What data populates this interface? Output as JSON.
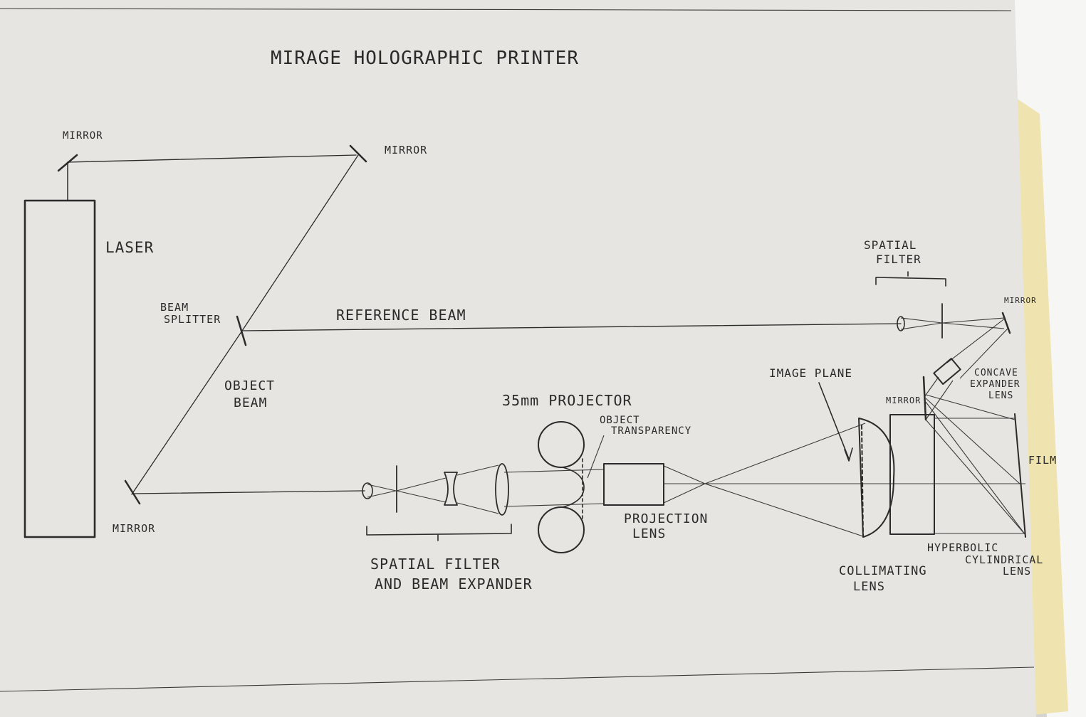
{
  "title": "MIRAGE  HOLOGRAPHIC  PRINTER",
  "labels": {
    "mirror_top_left": "MIRROR",
    "mirror_top_right": "MIRROR",
    "laser": "LASER",
    "beam_splitter_1": "BEAM",
    "beam_splitter_2": "SPLITTER",
    "reference_beam": "REFERENCE  BEAM",
    "object_beam_1": "OBJECT",
    "object_beam_2": "BEAM",
    "mirror_bottom_left": "MIRROR",
    "projector": "35mm  PROJECTOR",
    "object_transparency_1": "OBJECT",
    "object_transparency_2": "TRANSPARENCY",
    "projection_lens_1": "PROJECTION",
    "projection_lens_2": "LENS",
    "spatial_filter_expander_1": "SPATIAL  FILTER",
    "spatial_filter_expander_2": "AND  BEAM  EXPANDER",
    "spatial_filter_top_1": "SPATIAL",
    "spatial_filter_top_2": "FILTER",
    "mirror_right": "MIRROR",
    "concave_1": "CONCAVE",
    "concave_2": "EXPANDER",
    "concave_3": "LENS",
    "mirror_mid": "MIRROR",
    "image_plane": "IMAGE  PLANE",
    "film": "FILM",
    "collimating_1": "COLLIMATING",
    "collimating_2": "LENS",
    "hyperbolic_1": "HYPERBOLIC",
    "hyperbolic_2": "CYLINDRICAL",
    "hyperbolic_3": "LENS"
  },
  "colors": {
    "paper": "#e8e7e3",
    "ink": "#2b2b2b",
    "yellow_sheet": "#efe4b0",
    "white_sheet": "#f6f6f4"
  }
}
